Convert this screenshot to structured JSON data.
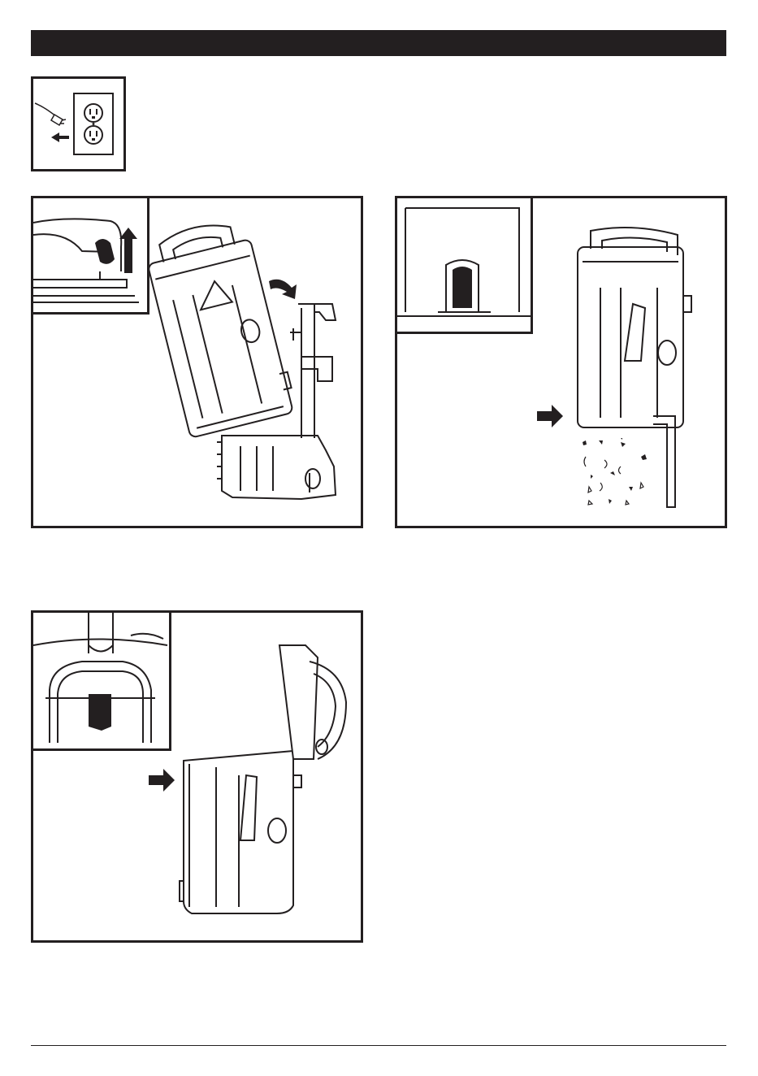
{
  "page": {
    "header_bar": {
      "color": "#231f20"
    },
    "steps": [
      {
        "id": "unplug",
        "icon": "plug-outlet-icon"
      },
      {
        "id": "lift-canister",
        "icon": "canister-lift-icon",
        "inset_icon": "release-button-icon"
      },
      {
        "id": "empty-dirt-cup",
        "icon": "dirt-cup-empty-icon",
        "inset_icon": "release-latch-icon"
      },
      {
        "id": "open-lid",
        "icon": "open-lid-icon",
        "inset_icon": "lid-latch-icon"
      }
    ],
    "colors": {
      "ink": "#231f20",
      "paper": "#ffffff"
    }
  }
}
